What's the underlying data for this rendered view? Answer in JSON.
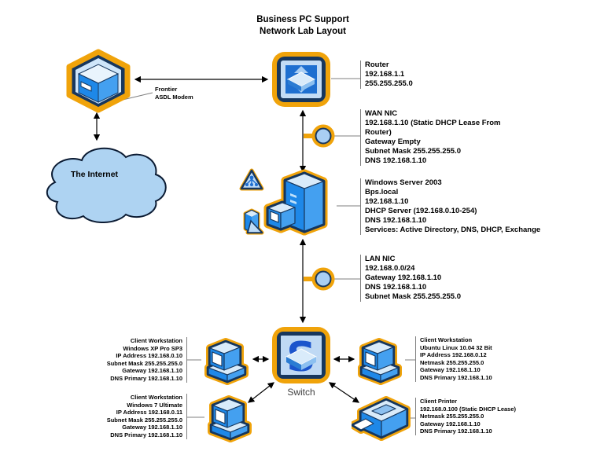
{
  "title": {
    "lines": [
      "Business PC Support",
      "Network Lab Layout"
    ]
  },
  "internet_label": "The Internet",
  "switch_label": "Switch",
  "modem_label": {
    "lines": [
      "Frontier",
      "ASDL Modem"
    ]
  },
  "labels": {
    "router": {
      "lines": [
        "Router",
        "192.168.1.1",
        "255.255.255.0"
      ]
    },
    "wan_nic": {
      "lines": [
        "WAN NIC",
        "192.168.1.10 (Static DHCP Lease From",
        "Router)",
        "Gateway Empty",
        "Subnet Mask 255.255.255.0",
        "DNS 192.168.1.10"
      ]
    },
    "server": {
      "lines": [
        "Windows Server 2003",
        "Bps.local",
        "192.168.1.10",
        "DHCP Server (192.168.0.10-254)",
        "DNS 192.168.1.10",
        "Services: Active Directory, DNS, DHCP, Exchange"
      ]
    },
    "lan_nic": {
      "lines": [
        "LAN NIC",
        "192.168.0.0/24",
        "Gateway 192.168.1.10",
        "DNS 192.168.1.10",
        "Subnet Mask 255.255.255.0"
      ]
    },
    "ws_xp": {
      "lines": [
        "Client Workstation",
        "Windows XP Pro SP3",
        "IP Address 192.168.0.10",
        "Subnet Mask 255.255.255.0",
        "Gateway 192.168.1.10",
        "DNS Primary 192.168.1.10"
      ]
    },
    "ws_win7": {
      "lines": [
        "Client Workstation",
        "Windows 7 Ultimate",
        "IP Address 192.168.0.11",
        "Subnet Mask 255.255.255.0",
        "Gateway 192.168.1.10",
        "DNS Primary 192.168.1.10"
      ]
    },
    "ws_ubuntu": {
      "lines": [
        "Client Workstation",
        "Ubuntu Linux 10.04 32 Bit",
        "IP Address 192.168.0.12",
        "Netmask 255.255.255.0",
        "Gateway 192.168.1.10",
        "DNS Primary 192.168.1.10"
      ]
    },
    "printer": {
      "lines": [
        "Client Printer",
        "192.168.0.100 (Static DHCP Lease)",
        "Netmask 255.255.255.0",
        "Gateway 192.168.1.10",
        "DNS Primary 192.168.1.10"
      ]
    }
  },
  "icons": {
    "modem": "hexagon-3d-modem",
    "router": "router-box",
    "server": "tower-server",
    "switch": "switch-s-box",
    "workstation": "desktop-workstation",
    "printer": "3d-printer-device",
    "warning_badge": "network-triangle-badge",
    "dc_badge": "server-triangle-badge",
    "connector": "nic-port-connector",
    "cloud": "internet-cloud"
  },
  "colors": {
    "accent_orange": "#F0A30A",
    "navy_outline": "#17375E",
    "device_blue": "#1E88E8",
    "device_blue_light": "#44A0F0",
    "panel_light_blue": "#C3DCF5",
    "cloud_fill": "#AED3F2",
    "leader_gray": "#7f7f7f",
    "arrow_black": "#000000"
  }
}
